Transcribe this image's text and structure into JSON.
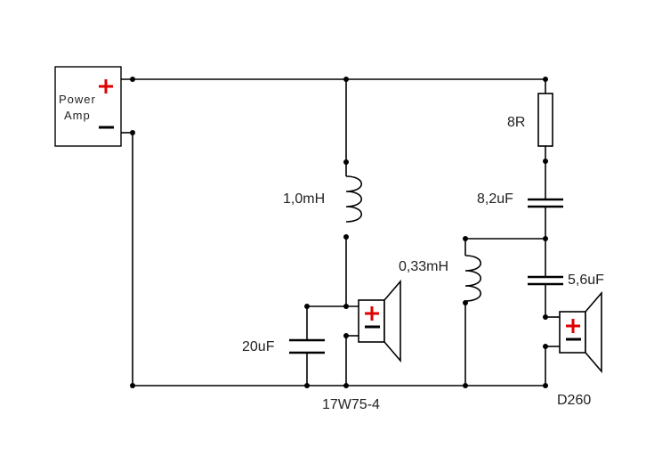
{
  "diagram": {
    "amp": {
      "line1": "Power",
      "line2": "Amp"
    },
    "labels": {
      "r1": "8R",
      "c1": "8,2uF",
      "l1": "1,0mH",
      "l2": "0,33mH",
      "c2": "5,6uF",
      "c3": "20uF",
      "woofer": "17W75-4",
      "tweeter": "D260"
    },
    "colors": {
      "line": "#000000",
      "polarity_plus": "#e00000",
      "text": "#222222"
    }
  }
}
